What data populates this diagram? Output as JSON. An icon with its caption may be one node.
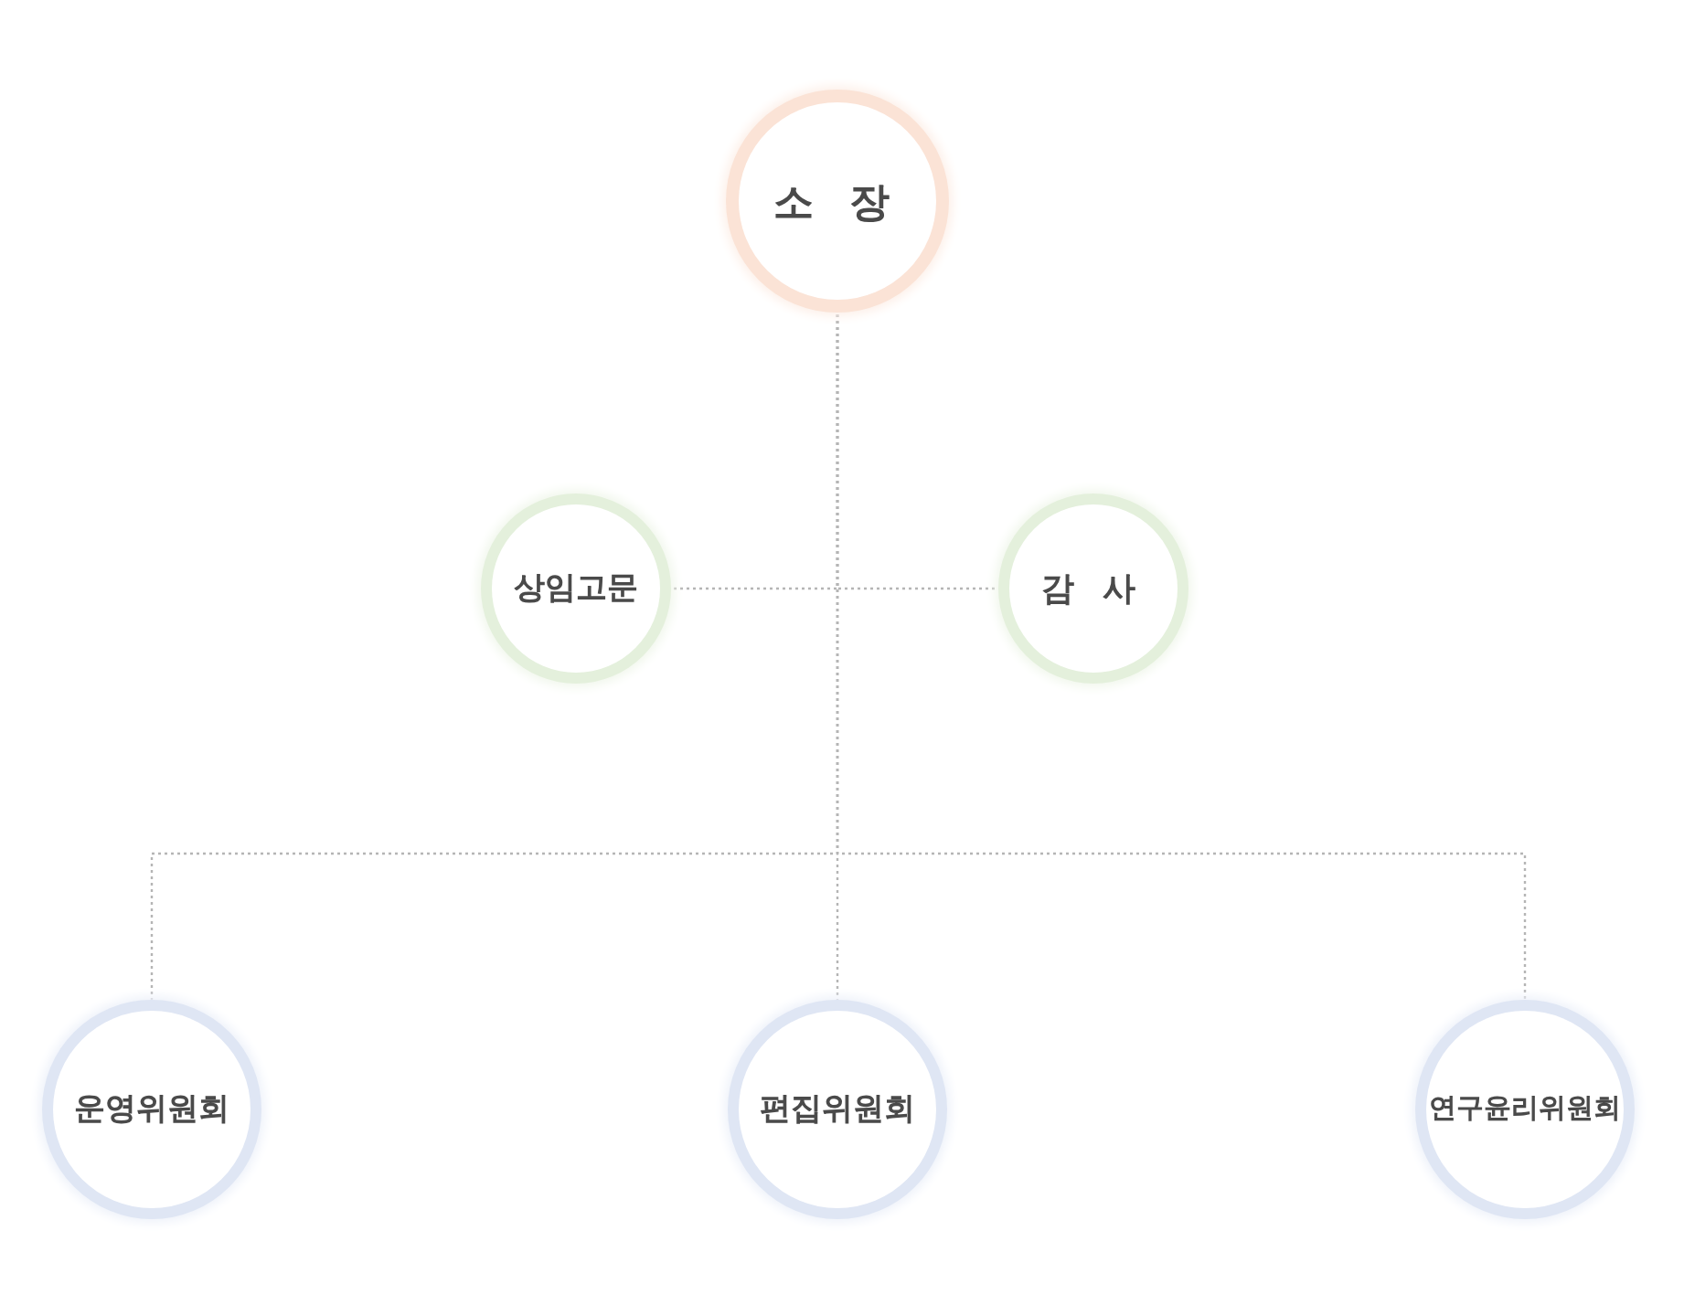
{
  "diagram": {
    "nodes": [
      {
        "text": [
          "소 장"
        ]
      },
      {
        "text": [
          "상임고문"
        ]
      },
      {
        "text": [
          "감 사"
        ]
      },
      {
        "text": [
          "운영위원회"
        ]
      },
      {
        "text": [
          "편집위원회"
        ]
      },
      {
        "text": [
          "연구윤리위원회"
        ]
      }
    ],
    "edges": [
      {
        "from": 0,
        "to": 1,
        "arrow": "none"
      },
      {
        "from": 0,
        "to": 2,
        "arrow": "none"
      },
      {
        "from": 0,
        "to": 3,
        "arrow": "none"
      },
      {
        "from": 0,
        "to": 4,
        "arrow": "none"
      },
      {
        "from": 0,
        "to": 5,
        "arrow": "none"
      }
    ]
  }
}
